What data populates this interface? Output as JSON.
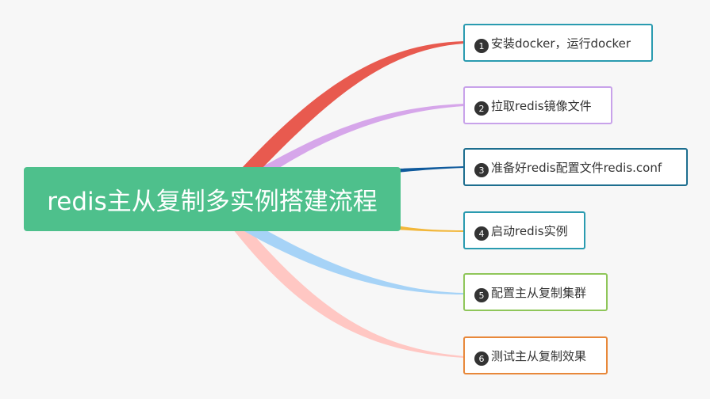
{
  "root": {
    "title": "redis主从复制多实例搭建流程",
    "color": "#4ec08c"
  },
  "steps": [
    {
      "num": "1",
      "label": "安装docker，运行docker",
      "branch_color": "#e85a4f",
      "border_color": "#2a9bb0"
    },
    {
      "num": "2",
      "label": "拉取redis镜像文件",
      "branch_color": "#d6a6ea",
      "border_color": "#c8a2ea"
    },
    {
      "num": "3",
      "label": "准备好redis配置文件redis.conf",
      "branch_color": "#0f5a9c",
      "border_color": "#1d6e8f"
    },
    {
      "num": "4",
      "label": "启动redis实例",
      "branch_color": "#f2b73a",
      "border_color": "#2a9bb0"
    },
    {
      "num": "5",
      "label": "配置主从复制集群",
      "branch_color": "#a6d3f7",
      "border_color": "#8fc65a"
    },
    {
      "num": "6",
      "label": "测试主从复制效果",
      "branch_color": "#ffc7c3",
      "border_color": "#e8883a"
    }
  ]
}
